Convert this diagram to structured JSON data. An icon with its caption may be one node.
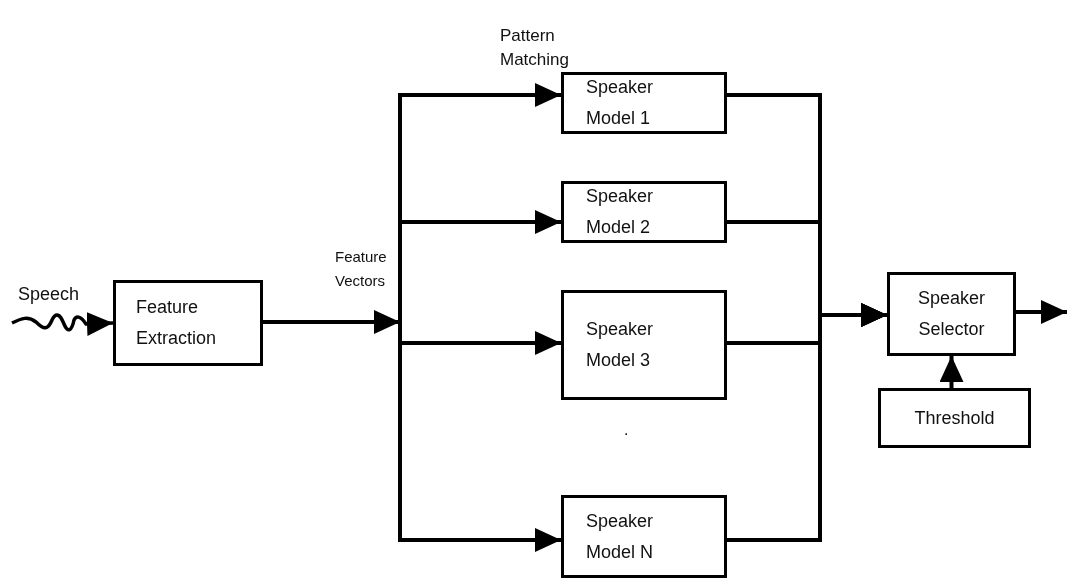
{
  "diagram": {
    "nodes": [
      {
        "text": [
          "Speech"
        ]
      },
      {
        "text": [
          "Feature Extraction"
        ]
      },
      {
        "text": [
          "Speaker Model 1"
        ]
      },
      {
        "text": [
          "Speaker Model 2"
        ]
      },
      {
        "text": [
          "Speaker Model 3"
        ]
      },
      {
        "text": [
          "Speaker Model N"
        ]
      },
      {
        "text": [
          "Speaker Selector"
        ]
      },
      {
        "text": [
          "Threshold"
        ]
      }
    ],
    "edges": [
      {
        "from": 0,
        "to": 1,
        "arrow": "to"
      },
      {
        "from": 1,
        "to": 2,
        "arrow": "to"
      },
      {
        "from": 1,
        "to": 3,
        "arrow": "to"
      },
      {
        "from": 1,
        "to": 4,
        "arrow": "to"
      },
      {
        "from": 1,
        "to": 5,
        "arrow": "to"
      },
      {
        "from": 2,
        "to": 6,
        "arrow": "to"
      },
      {
        "from": 3,
        "to": 6,
        "arrow": "to"
      },
      {
        "from": 4,
        "to": 6,
        "arrow": "to"
      },
      {
        "from": 5,
        "to": 6,
        "arrow": "to"
      },
      {
        "from": 7,
        "to": 6,
        "arrow": "to"
      },
      {
        "from": 6,
        "to": null,
        "arrow": "to"
      }
    ],
    "labels": [
      "Pattern Matching",
      "Feature Vectors",
      "."
    ]
  }
}
